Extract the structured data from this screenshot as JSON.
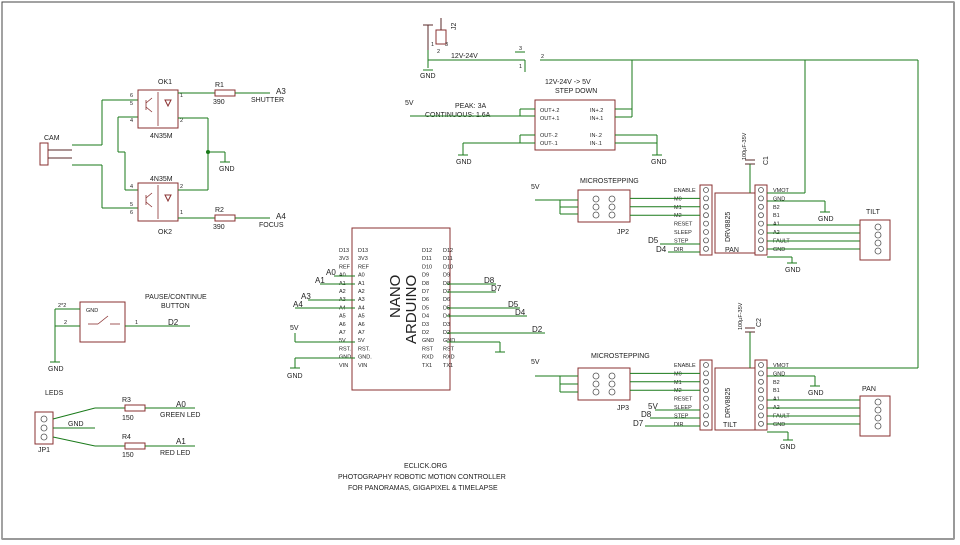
{
  "colors": {
    "wire": "#1a7a1a",
    "part": "#8a3030",
    "frame": "#444444"
  },
  "footer": {
    "site": "ECLICK.ORG",
    "line1": "PHOTOGRAPHY ROBOTIC MOTION CONTROLLER",
    "line2": "FOR PANORAMAS, GIGAPIXEL & TIMELAPSE"
  },
  "power": {
    "jack_name": "J2",
    "jack_label": "12V-24V",
    "gnd": "GND",
    "pins": [
      "1",
      "2",
      "3"
    ],
    "step_down": {
      "title1": "12V-24V -> 5V",
      "title2": "STEP DOWN",
      "peak": "PEAK: 3A",
      "continuous": "CONTINUOUS: 1.6A",
      "left_pins": [
        "OUT+.2",
        "OUT+.1",
        "OUT-.2",
        "OUT-.1"
      ],
      "right_pins": [
        "IN+.2",
        "IN+.1",
        "IN-.2",
        "IN-.1"
      ],
      "v5": "5V"
    }
  },
  "camera": {
    "cam": "CAM",
    "ok1": "OK1",
    "ok2": "OK2",
    "part": "4N35M",
    "r1": "R1",
    "r2": "R2",
    "r_val": "390",
    "a3": "A3",
    "a4": "A4",
    "shutter": "SHUTTER",
    "focus": "FOCUS",
    "gnd": "GND",
    "pins_top": [
      "6",
      "5",
      "4"
    ],
    "pins_top_r": [
      "1",
      "2"
    ],
    "pins_bot": [
      "6",
      "5",
      "4"
    ],
    "pins_bot_r": [
      "1",
      "2"
    ]
  },
  "button": {
    "title1": "PAUSE/CONTINUE",
    "title2": "BUTTON",
    "gnd": "GND",
    "pin_tl": "2*2",
    "pin_l": "2",
    "pin_r": "1",
    "net": "D2",
    "gnd_label": "GND"
  },
  "leds": {
    "title": "LEDS",
    "jp": "JP1",
    "gnd": "GND",
    "r3": "R3",
    "r4": "R4",
    "r_val": "150",
    "a0": "A0",
    "a1": "A1",
    "green": "GREEN LED",
    "red": "RED LED"
  },
  "nano": {
    "title1": "NANO",
    "title2": "ARDUINO",
    "left_pins": [
      "D13",
      "3V3",
      "REF",
      "A0",
      "A1",
      "A2",
      "A3",
      "A4",
      "A5",
      "A6",
      "A7",
      "5V",
      "RST.",
      "GND.",
      "VIN"
    ],
    "right_pins": [
      "D12",
      "D11",
      "D10",
      "D9",
      "D8",
      "D7",
      "D6",
      "D5",
      "D4",
      "D3",
      "D2",
      "GND",
      "RST",
      "RXD",
      "TX1"
    ],
    "left_nets": [
      "A0",
      "A1",
      "A3",
      "A4",
      "5V",
      "GND"
    ],
    "right_nets": [
      "D8",
      "D7",
      "D5",
      "D4",
      "D2"
    ]
  },
  "driver_tilt": {
    "microstepping": "MICROSTEPPING",
    "jp": "JP2",
    "chip": "DRV8825",
    "name": "PAN",
    "v5": "5V",
    "cap": "100µF-35V",
    "cap_name": "C1",
    "left_pins": [
      "ENABLE",
      "M0",
      "M1",
      "M2",
      "RESET",
      "SLEEP",
      "STEP",
      "DIR"
    ],
    "right_pins": [
      "VMOT",
      "GND",
      "B2",
      "B1",
      "A1",
      "A2",
      "FAULT",
      "GND"
    ],
    "nets": [
      "D5",
      "D4"
    ],
    "motor": "TILT",
    "gnd": "GND"
  },
  "driver_pan": {
    "microstepping": "MICROSTEPPING",
    "jp": "JP3",
    "chip": "DRV8825",
    "name": "TILT",
    "v5": "5V",
    "cap": "100µF-35V",
    "cap_name": "C2",
    "left_pins": [
      "ENABLE",
      "M0",
      "M1",
      "M2",
      "RESET",
      "SLEEP",
      "STEP",
      "DIR"
    ],
    "right_pins": [
      "VMOT",
      "GND",
      "B2",
      "B1",
      "A1",
      "A2",
      "FAULT",
      "GND"
    ],
    "nets": [
      "5V",
      "D8",
      "D7"
    ],
    "motor": "PAN",
    "gnd": "GND"
  }
}
